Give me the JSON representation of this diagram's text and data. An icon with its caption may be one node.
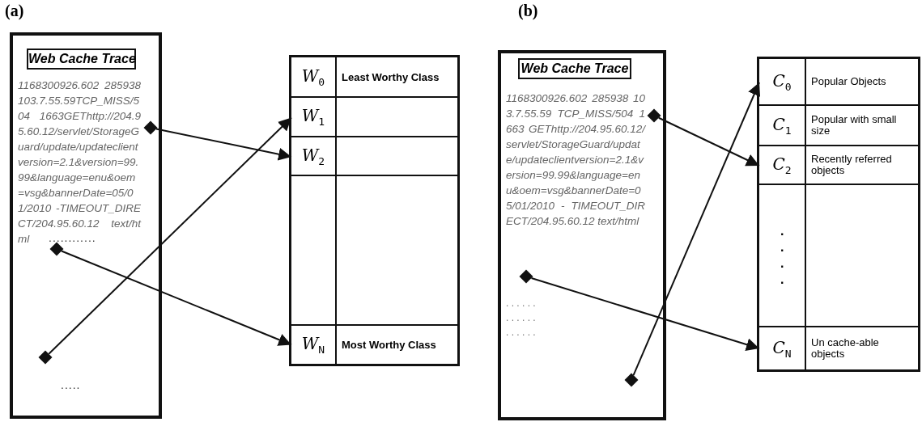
{
  "diagram": {
    "nodes": [
      {
        "text": [],
        "shape": "box"
      },
      {
        "text": [
          "Web Cache Trace"
        ],
        "in": 0
      },
      {
        "text": [
          "1168300926.602 285938 103.7.55.59TCP_MISS/504 1663GEThttp://204.95.60.12/servlet/StorageGuard/update/updateclientversion=2.1&version=99.99&language=enu&oem=vsg&bannerDate=05/01/2010 -TIMEOUT_DIRECT/204.95.60.12 text/html"
        ],
        "in": 0
      },
      {
        "text": [],
        "shape": "diamond",
        "in": 0
      },
      {
        "text": [
          "............"
        ],
        "in": 0
      },
      {
        "text": [],
        "shape": "diamond",
        "in": 0
      },
      {
        "text": [],
        "shape": "diamond",
        "in": 0
      },
      {
        "text": [
          "....."
        ],
        "in": 0
      },
      {
        "text": [],
        "shape": "box"
      },
      {
        "text": [
          "W$_{0}$",
          "Least Worthy Class"
        ],
        "in": 8
      },
      {
        "text": [
          "W$_{1}$"
        ],
        "in": 8
      },
      {
        "text": [
          "W$_{2}$"
        ],
        "in": 8
      },
      {
        "text": [],
        "shape": "box",
        "in": 8
      },
      {
        "text": [
          "W$_{N}$",
          "Most Worthy Class"
        ],
        "in": 8
      },
      {
        "text": [],
        "shape": "box"
      },
      {
        "text": [
          "Web Cache Trace"
        ],
        "in": 14
      },
      {
        "text": [
          "1168300926.602 285938 103.7.55.59 TCP_MISS/504 1663 GEThttp://204.95.60.12/servlet/StorageGuard/update/updateclientversion=2.1&version=99.99&language=enu&oem=vsg&bannerDate=05/01/2010 - TIMEOUT_DIRECT/204.95.60.12 text/html"
        ],
        "in": 14
      },
      {
        "text": [],
        "shape": "diamond",
        "in": 14
      },
      {
        "text": [],
        "shape": "diamond",
        "in": 14
      },
      {
        "text": [
          ". . . . . .",
          ". . . . . .",
          ". . . . . ."
        ],
        "in": 14
      },
      {
        "text": [],
        "shape": "diamond",
        "in": 14
      },
      {
        "text": [],
        "shape": "box"
      },
      {
        "text": [
          "C$_{0}$",
          "Popular Objects"
        ],
        "in": 21
      },
      {
        "text": [
          "C$_{1}$",
          "Popular with small size"
        ],
        "in": 21
      },
      {
        "text": [
          "C$_{2}$",
          "Recently referred objects"
        ],
        "in": 21
      },
      {
        "text": [
          ". . . ."
        ],
        "in": 21
      },
      {
        "text": [
          "C$_{N}$",
          "Un cache-able objects"
        ],
        "in": 21
      }
    ],
    "edges": [
      {
        "from": 3,
        "to": 11,
        "arrow": "to"
      },
      {
        "from": 5,
        "to": 13,
        "arrow": "to"
      },
      {
        "from": 6,
        "to": 10,
        "arrow": "to"
      },
      {
        "from": 17,
        "to": 24,
        "arrow": "to"
      },
      {
        "from": 18,
        "to": 26,
        "arrow": "to"
      },
      {
        "from": 20,
        "to": 22,
        "arrow": "to"
      }
    ],
    "labels": [
      "(a)",
      "(b)"
    ]
  }
}
